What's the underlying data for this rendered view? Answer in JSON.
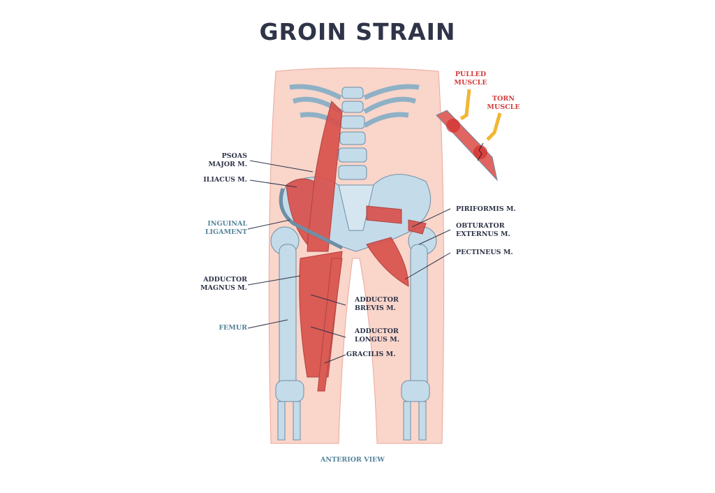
{
  "title": "GROIN STRAIN",
  "labels": {
    "psoas": "PSOAS\nMAJOR M.",
    "iliacus": "ILIACUS M.",
    "inguinal": "INGUINAL\nLIGAMENT",
    "adductor_magnus": "ADDUCTOR\nMAGNUS M.",
    "femur": "FEMUR",
    "adductor_brevis": "ADDUCTOR\nBREVIS M.",
    "adductor_longus": "ADDUCTOR\nLONGUS M.",
    "gracilis": "GRACILIS M.",
    "piriformis": "PIRIFORMIS M.",
    "obturator": "OBTURATOR\nEXTERNUS M.",
    "pectineus": "PECTINEUS M.",
    "pulled": "PULLED\nMUSCLE",
    "torn": "TORN\nMUSCLE"
  },
  "caption": "ANTERIOR VIEW",
  "colors": {
    "skin": "#f9d5ca",
    "bone": "#bed7e7",
    "muscle": "#d9514c",
    "text": "#2d3347",
    "blue_label": "#54849b",
    "red_label": "#d33b3b",
    "arrow": "#f2b632"
  }
}
